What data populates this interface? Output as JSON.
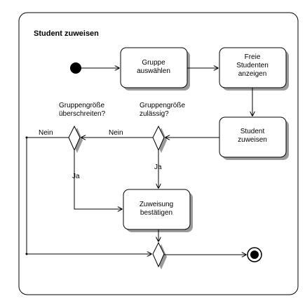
{
  "diagram": {
    "title": "Student zuweisen",
    "actions": {
      "gruppe_auswaehlen": [
        "Gruppe",
        "auswählen"
      ],
      "freie_studenten_anzeigen": [
        "Freie",
        "Studenten",
        "anzeigen"
      ],
      "student_zuweisen": [
        "Student",
        "zuweisen"
      ],
      "zuweisung_bestaetigen": [
        "Zuweisung",
        "bestätigen"
      ]
    },
    "guards": {
      "groesse_zulaessig": [
        "Gruppengröße",
        "zulässig?"
      ],
      "groesse_ueberschreiten": [
        "Gruppengröße",
        "überschreiten?"
      ]
    },
    "edge_labels": {
      "nein_1": "Nein",
      "nein_2": "Nein",
      "ja_1": "Ja",
      "ja_2": "Ja"
    },
    "colors": {
      "line": "#000000",
      "shadow": "#9a9a9a",
      "fill": "#ffffff"
    }
  }
}
